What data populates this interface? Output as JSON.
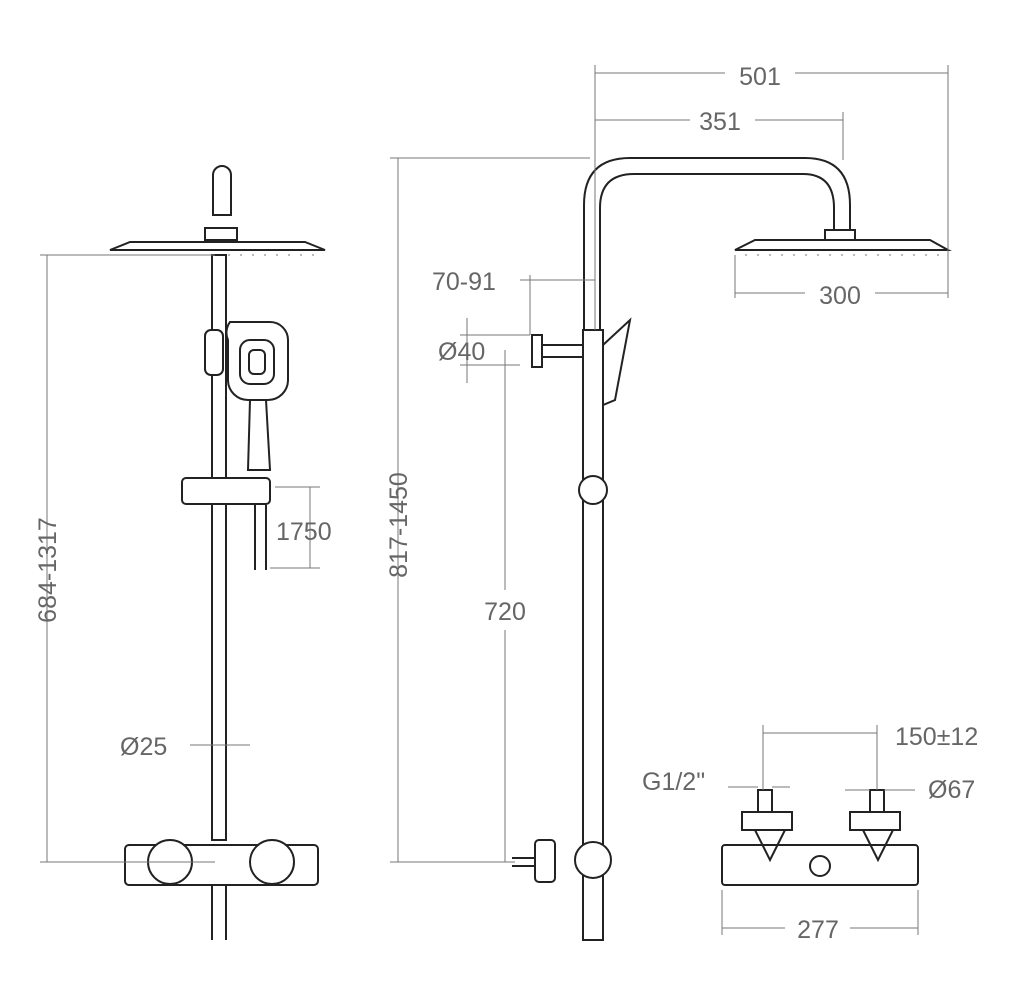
{
  "title": "Shower column technical drawing",
  "dimensions": {
    "overall_projection": "501",
    "arm_projection": "351",
    "wall_bracket_offset": "70-91",
    "bracket_diameter": "Ø40",
    "head_width": "300",
    "total_height_right": "817-1450",
    "bracket_height": "720",
    "total_height_left": "684-1317",
    "hose_length": "1750",
    "pipe_diameter": "Ø25",
    "inlet_centers": "150±12",
    "thread": "G1/2\"",
    "flange_diameter": "Ø67",
    "mixer_width": "277"
  },
  "colors": {
    "line": "#222222",
    "dimension": "#777777"
  }
}
